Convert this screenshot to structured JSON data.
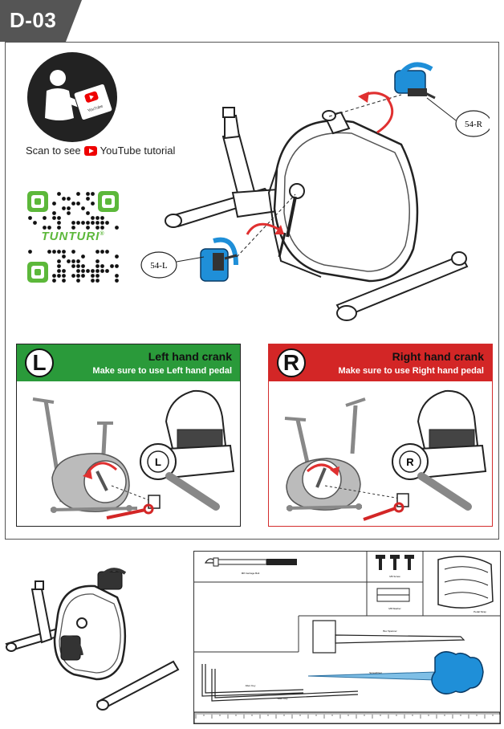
{
  "step": {
    "code": "D-03"
  },
  "tutorial": {
    "scan_text": "Scan to see",
    "youtube_label": "YouTube tutorial",
    "book_label": "YouTube"
  },
  "qr": {
    "brand": "TUNTURI",
    "registered": "®"
  },
  "callouts": {
    "right_pedal": "54-R",
    "left_pedal": "54-L"
  },
  "panels": [
    {
      "letter": "L",
      "title": "Left hand crank",
      "subtitle": "Make sure to use Left hand pedal",
      "accent": "#2a9a3a"
    },
    {
      "letter": "R",
      "title": "Right hand crank",
      "subtitle": "Make sure to use Right hand pedal",
      "accent": "#d32626"
    }
  ],
  "parts_sheet": {
    "carriage_bolt": "M8 Carriage Bolt",
    "screw": "M6 Screw",
    "washer": "M8 Washer",
    "pedal_strap": "Pedal Strap",
    "box_spanner": "Box Spanner",
    "screwdriver": "Screwdriver",
    "allen_key_1": "Allen Key",
    "allen_key_2": "Allen Key"
  },
  "colors": {
    "badge": "#555555",
    "pedal_blue": "#1f8fd8",
    "arrow_red": "#e03030",
    "frame_grey": "#888888"
  },
  "icons": [
    "person-reading-icon",
    "youtube-icon",
    "qr-code",
    "rotation-arrow-icon",
    "wrench-icon",
    "magnifier-icon"
  ]
}
